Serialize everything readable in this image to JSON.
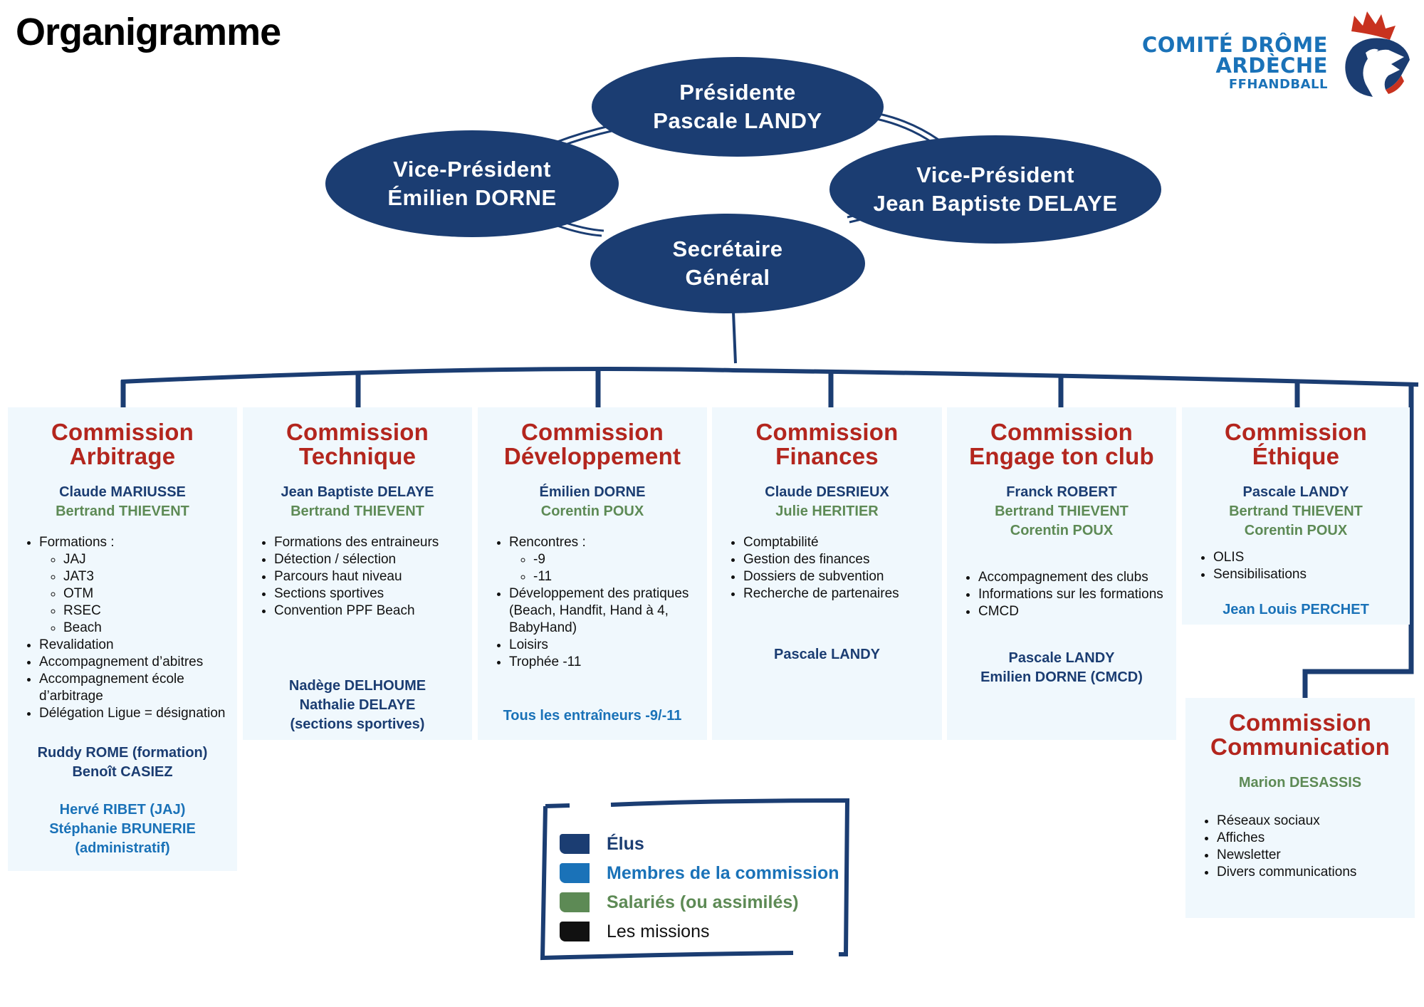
{
  "page": {
    "title": "Organigramme"
  },
  "logo": {
    "line1": "COMITÉ DRÔME",
    "line2": "ARDÈCHE",
    "line3": "FFHANDBALL",
    "icon": "rooster-logo-icon"
  },
  "colors": {
    "navy": "#1b3d72",
    "blue": "#1a72b8",
    "green": "#5d8a55",
    "red": "#b3261e",
    "black": "#111111",
    "box_bg": "#f0f8fd"
  },
  "bureau": {
    "president": {
      "role": "Présidente",
      "name": "Pascale LANDY"
    },
    "vp1": {
      "role": "Vice-Président",
      "name": "Émilien DORNE"
    },
    "vp2": {
      "role": "Vice-Président",
      "name": "Jean Baptiste DELAYE"
    },
    "secretary": {
      "role": "Secrétaire",
      "name": "Général"
    }
  },
  "commissions": [
    {
      "title1": "Commission",
      "title2": "Arbitrage",
      "elus": [
        "Claude MARIUSSE"
      ],
      "salaries": [
        "Bertrand THIEVENT"
      ],
      "missions": [
        {
          "text": "Formations :",
          "sub": [
            "JAJ",
            "JAT3",
            "OTM",
            "RSEC",
            "Beach"
          ]
        },
        {
          "text": "Revalidation"
        },
        {
          "text": "Accompagnement d’abitres"
        },
        {
          "text": "Accompagnement école d’arbitrage"
        },
        {
          "text": "Délégation Ligue = désignation"
        }
      ],
      "elus_extra": [
        "Ruddy ROME (formation)",
        "Benoît CASIEZ"
      ],
      "membres": [
        "Hervé RIBET (JAJ)",
        "Stéphanie BRUNERIE",
        "(administratif)"
      ]
    },
    {
      "title1": "Commission",
      "title2": "Technique",
      "elus": [
        "Jean Baptiste DELAYE"
      ],
      "salaries": [
        "Bertrand THIEVENT"
      ],
      "missions": [
        {
          "text": "Formations des entraineurs"
        },
        {
          "text": "Détection / sélection"
        },
        {
          "text": "Parcours haut niveau"
        },
        {
          "text": "Sections sportives"
        },
        {
          "text": "Convention PPF Beach"
        }
      ],
      "elus_extra": [
        "Nadège DELHOUME",
        "Nathalie DELAYE",
        "(sections sportives)"
      ]
    },
    {
      "title1": "Commission",
      "title2": "Développement",
      "elus": [
        "Émilien DORNE"
      ],
      "salaries": [
        "Corentin POUX"
      ],
      "missions": [
        {
          "text": "Rencontres :",
          "sub": [
            "-9",
            "-11"
          ]
        },
        {
          "text": "Développement des pratiques (Beach, Handfit, Hand à 4, BabyHand)"
        },
        {
          "text": "Loisirs"
        },
        {
          "text": "Trophée -11"
        }
      ],
      "membres": [
        "Tous les entraîneurs -9/-11"
      ]
    },
    {
      "title1": "Commission",
      "title2": "Finances",
      "elus": [
        "Claude DESRIEUX"
      ],
      "salaries": [
        "Julie HERITIER"
      ],
      "missions": [
        {
          "text": "Comptabilité"
        },
        {
          "text": "Gestion des finances"
        },
        {
          "text": "Dossiers de subvention"
        },
        {
          "text": "Recherche de partenaires"
        }
      ],
      "elus_extra": [
        "Pascale LANDY"
      ]
    },
    {
      "title1": "Commission",
      "title2": "Engage ton club",
      "elus": [
        "Franck ROBERT"
      ],
      "salaries": [
        "Bertrand THIEVENT",
        "Corentin POUX"
      ],
      "missions": [
        {
          "text": "Accompagnement des clubs"
        },
        {
          "text": "Informations sur les formations"
        },
        {
          "text": "CMCD"
        }
      ],
      "elus_extra": [
        "Pascale LANDY",
        "Emilien DORNE (CMCD)"
      ]
    },
    {
      "title1": "Commission",
      "title2": "Éthique",
      "elus": [
        "Pascale LANDY"
      ],
      "salaries": [
        "Bertrand THIEVENT",
        "Corentin POUX"
      ],
      "missions": [
        {
          "text": "OLIS"
        },
        {
          "text": "Sensibilisations"
        }
      ],
      "membres": [
        "Jean Louis PERCHET"
      ]
    },
    {
      "title1": "Commission",
      "title2": "Communication",
      "salaries": [
        "Marion DESASSIS"
      ],
      "missions": [
        {
          "text": "Réseaux sociaux"
        },
        {
          "text": "Affiches"
        },
        {
          "text": "Newsletter"
        },
        {
          "text": "Divers communications"
        }
      ]
    }
  ],
  "legend": {
    "items": [
      {
        "label": "Élus",
        "color": "#1b3d72",
        "bold": true
      },
      {
        "label": "Membres de la commission",
        "color": "#1a72b8",
        "bold": true
      },
      {
        "label": "Salariés (ou assimilés)",
        "color": "#5d8a55",
        "bold": true
      },
      {
        "label": "Les missions",
        "color": "#111111",
        "bold": false
      }
    ]
  }
}
